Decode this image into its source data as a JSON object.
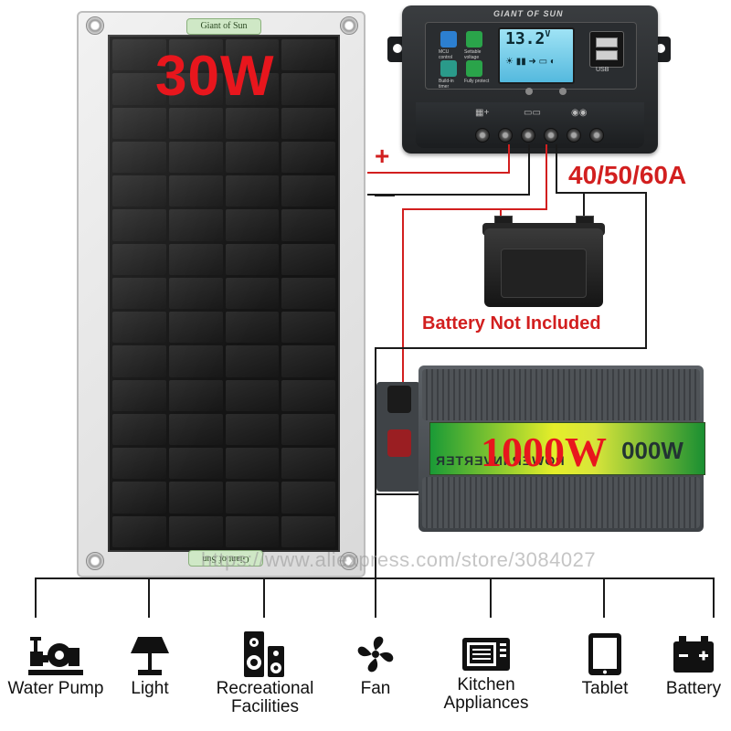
{
  "panel": {
    "power": "30W",
    "brand_top": "Giant of Sun",
    "brand_bottom": "Giant of Sun"
  },
  "controller": {
    "title": "GIANT OF SUN",
    "lcd_value": "13.2",
    "lcd_unit": "V",
    "icon_labels": [
      "MCU control",
      "Settable voltage",
      "Build-in timer",
      "Fully protect"
    ],
    "usb_label": "USB"
  },
  "wiring": {
    "plus": "+",
    "amperage": "40/50/60A"
  },
  "battery": {
    "note": "Battery Not Included"
  },
  "inverter": {
    "power": "1000W",
    "mirror_text": "POWER INVERTER",
    "mirror_big": "W000"
  },
  "watermark": "https://www.aliexpress.com/store/3084027",
  "appliances": [
    {
      "label": "Water Pump",
      "icon": "water-pump-icon"
    },
    {
      "label": "Light",
      "icon": "lamp-icon"
    },
    {
      "label": "Recreational Facilities",
      "icon": "speaker-icon"
    },
    {
      "label": "Fan",
      "icon": "fan-icon"
    },
    {
      "label": "Kitchen Appliances",
      "icon": "microwave-icon"
    },
    {
      "label": "Tablet",
      "icon": "tablet-icon"
    },
    {
      "label": "Battery",
      "icon": "battery-icon"
    }
  ],
  "colors": {
    "accent_red": "#d21f1f",
    "label_green": "#1a9a36",
    "lcd_blue": "#54b9de"
  }
}
